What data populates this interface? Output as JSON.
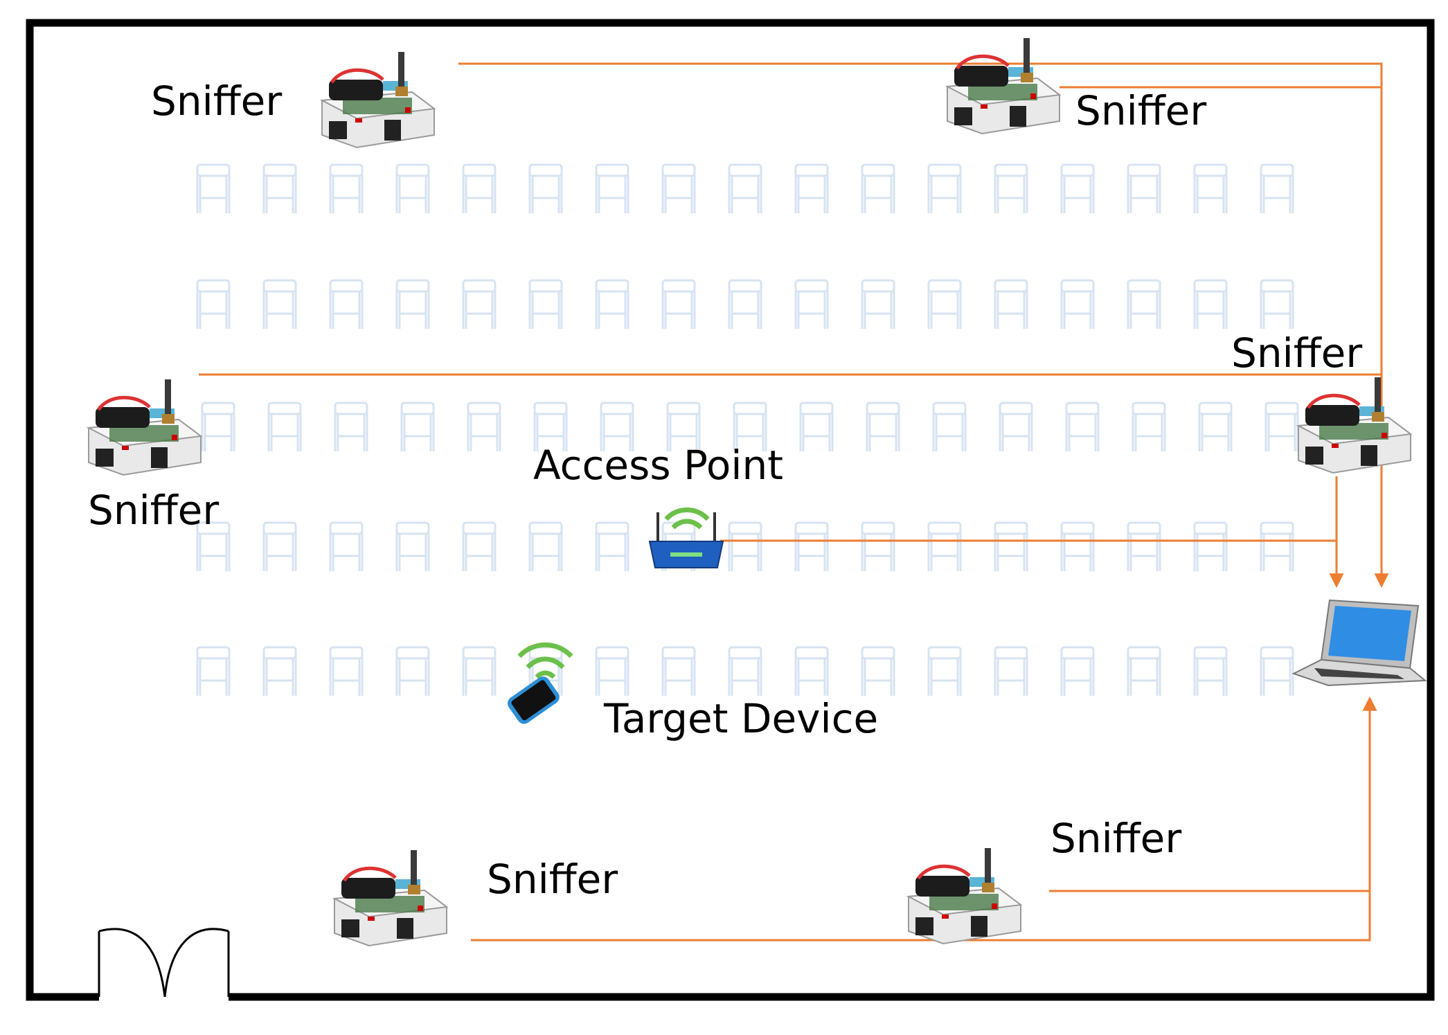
{
  "labels": {
    "sniffer_top_left": "Sniffer",
    "sniffer_top_right": "Sniffer",
    "sniffer_mid_left": "Sniffer",
    "sniffer_mid_right": "Sniffer",
    "sniffer_bottom_center": "Sniffer",
    "sniffer_bottom_right": "Sniffer",
    "access_point": "Access Point",
    "target_device": "Target Device"
  },
  "colors": {
    "wall": "#000000",
    "link": "#ed7d31",
    "chair": "#d7e3f1",
    "router": "#1f5fbf",
    "signal": "#6cc04a",
    "laptop_screen": "#2f8de4"
  },
  "icons": {
    "sniffer": "sensor-node-icon",
    "access_point": "wifi-router-icon",
    "target_device": "smartphone-icon",
    "laptop": "laptop-icon",
    "chair": "chair-icon",
    "door": "double-door-icon"
  }
}
